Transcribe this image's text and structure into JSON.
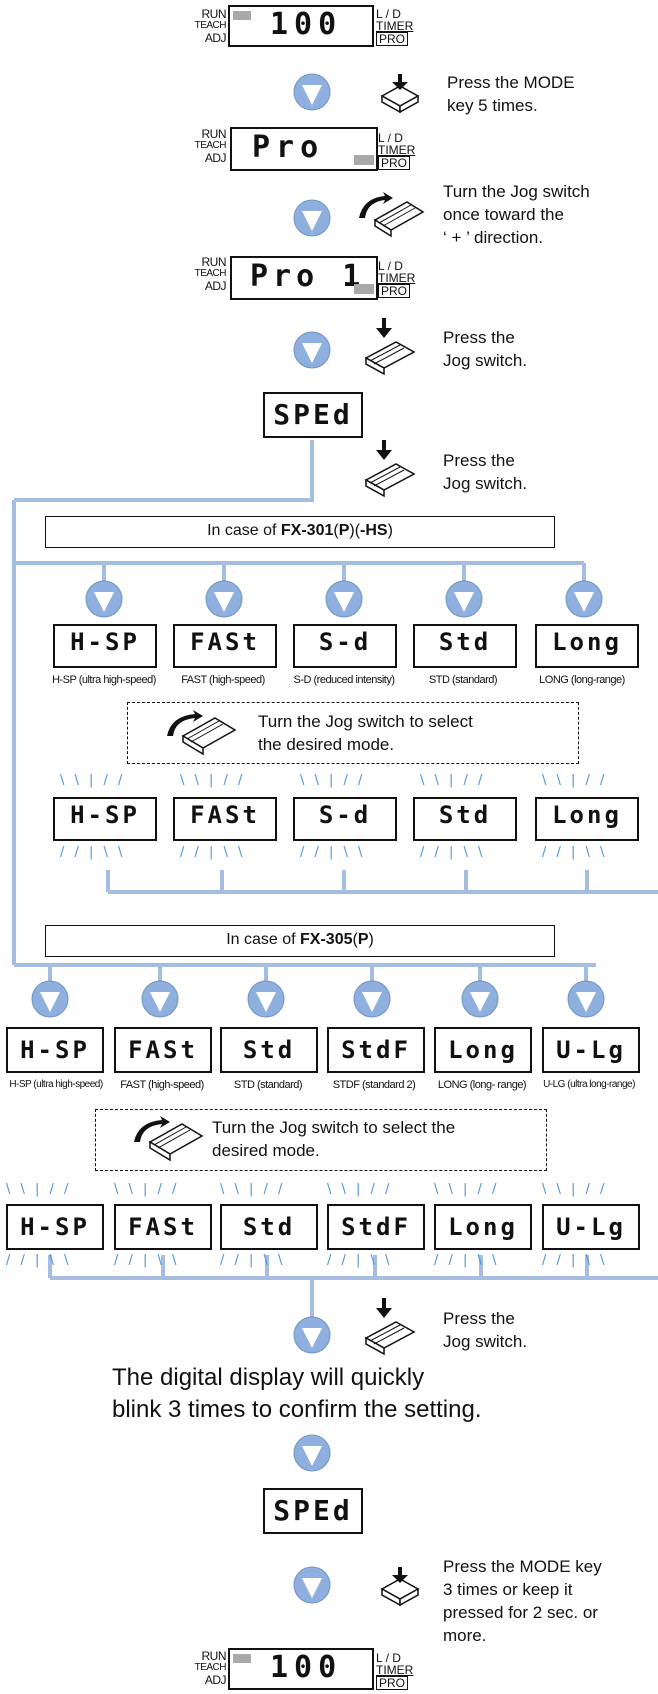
{
  "panel": {
    "run": "RUN",
    "teach": "TEACH",
    "adj": "ADJ",
    "ld": "L / D",
    "timer": "TIMER",
    "pro": "PRO"
  },
  "displays": {
    "d100": "100",
    "pro": "Pro",
    "pro1": "Pro 1",
    "sped": "SPEd"
  },
  "instructions": {
    "step1": "Press the MODE\nkey 5 times.",
    "step2": "Turn the Jog switch\nonce toward the\n‘ + ’ direction.",
    "step3": "Press the\nJog switch.",
    "step4": "Press the\nJog switch.",
    "step5": "Press the\nJog switch.",
    "confirm": "The digital display will quickly\nblink 3 times to confirm the setting.",
    "final": "Press the MODE key\n3 times or keep it\npressed for 2 sec. or\nmore.",
    "select_a": "Turn the Jog switch to select\nthe desired mode.",
    "select_b": "Turn the Jog switch to select the\ndesired mode."
  },
  "case_a": {
    "prefix": "In case of ",
    "model": "FX-301",
    "p": "P",
    "hs": "-HS",
    "modes": [
      {
        "display": "H-SP",
        "caption": "H-SP (ultra high-speed)"
      },
      {
        "display": "FASt",
        "caption": "FAST (high-speed)"
      },
      {
        "display": "S-d",
        "caption": "S-D (reduced intensity)"
      },
      {
        "display": "Std",
        "caption": "STD (standard)"
      },
      {
        "display": "Long",
        "caption": "LONG (long-range)"
      }
    ]
  },
  "case_b": {
    "prefix": "In case of ",
    "model": "FX-305",
    "p": "P",
    "modes": [
      {
        "display": "H-SP",
        "caption": "H-SP (ultra high-speed)"
      },
      {
        "display": "FASt",
        "caption": "FAST (high-speed)"
      },
      {
        "display": "Std",
        "caption": "STD (standard)"
      },
      {
        "display": "StdF",
        "caption": "STDF (standard 2)"
      },
      {
        "display": "Long",
        "caption": "LONG (long- range)"
      },
      {
        "display": "U-Lg",
        "caption": "U-LG (ultra long-range)"
      }
    ]
  },
  "rays": {
    "top": "\\ \\ | / /",
    "bottom": "/ / | \\ \\"
  },
  "colors": {
    "flow": "#a4bde0",
    "arrow_fill": "#8fb0de",
    "arrow_stroke": "#6f93c9",
    "indicator": "#a9a9a9",
    "blink": "#4a90e2"
  }
}
